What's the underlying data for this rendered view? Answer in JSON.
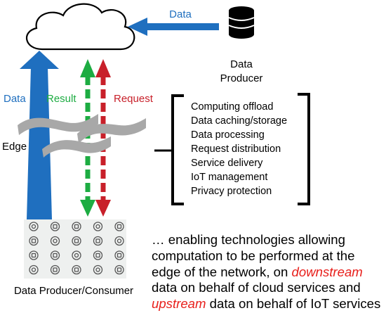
{
  "labels": {
    "top_data": "Data",
    "producer": [
      "Data",
      "Producer"
    ],
    "left_data": "Data",
    "result": "Result",
    "request": "Request",
    "edge": "Edge",
    "bottom": "Data Producer/Consumer"
  },
  "list_items": [
    "Computing offload",
    "Data caching/storage",
    "Data processing",
    "Request distribution",
    "Service delivery",
    "IoT management",
    "Privacy protection"
  ],
  "description": {
    "part1": "… enabling technologies allowing computation to be performed at the edge of the network, on ",
    "downstream": "downstream",
    "part2": " data on behalf of cloud services and ",
    "upstream": "upstream",
    "part3": "  data on behalf of IoT services"
  },
  "colors": {
    "blue": "#1f6fbf",
    "green": "#1dac42",
    "red": "#c8202a",
    "gray": "#a8a8a8",
    "highlight": "#e8201c"
  },
  "icons": [
    "lightbulb-icon",
    "drop-icon",
    "fan-icon",
    "gauge-icon",
    "key-icon",
    "power-icon",
    "router-icon",
    "fan-icon",
    "snowflake-icon",
    "plate-icon",
    "socket-icon",
    "car-icon",
    "toaster-icon",
    "tv-icon",
    "dish-icon",
    "plug-icon",
    "eye-icon",
    "speaker-icon",
    "leaf-icon",
    "oven-icon"
  ]
}
